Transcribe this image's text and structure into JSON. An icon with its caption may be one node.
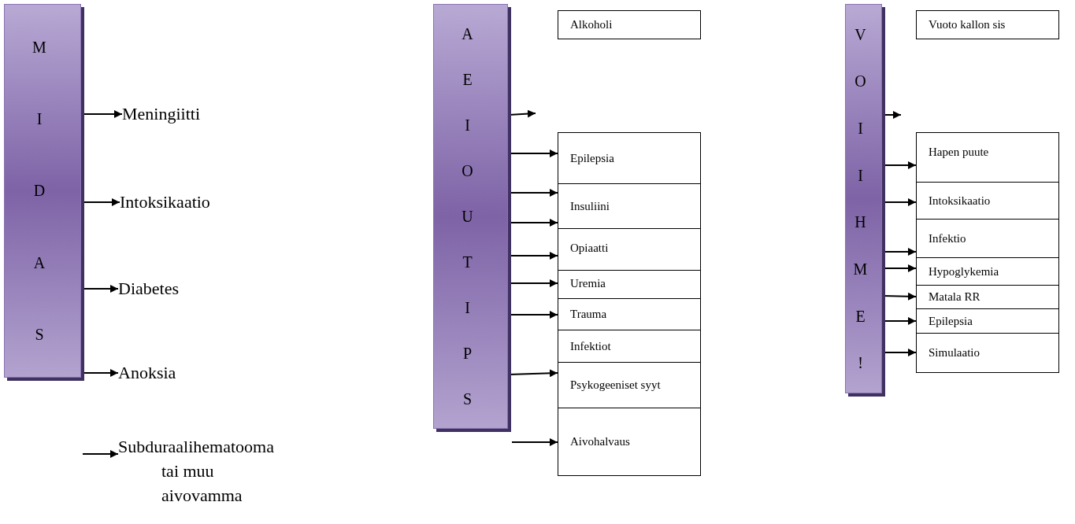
{
  "diagram": {
    "nodes": [
      {
        "text": [
          "M",
          "I",
          "D",
          "A",
          "S"
        ]
      },
      {
        "text": [
          "Meningiitti"
        ]
      },
      {
        "text": [
          "Intoksikaatio"
        ]
      },
      {
        "text": [
          "Diabetes"
        ]
      },
      {
        "text": [
          "Anoksia"
        ]
      },
      {
        "text": [
          "Subduraalihematooma tai muu aivovamma"
        ]
      },
      {
        "text": [
          "A",
          "E",
          "I",
          "O",
          "U",
          "T",
          "I",
          "P",
          "S"
        ]
      },
      {
        "text": [
          "Alkoholi"
        ]
      },
      {
        "text": [
          "Epilepsia"
        ]
      },
      {
        "text": [
          "Insuliini"
        ]
      },
      {
        "text": [
          "Opiaatti"
        ]
      },
      {
        "text": [
          "Uremia"
        ]
      },
      {
        "text": [
          "Trauma"
        ]
      },
      {
        "text": [
          "Infektiot"
        ]
      },
      {
        "text": [
          "Psykogeeniset syyt"
        ]
      },
      {
        "text": [
          "Aivohalvaus"
        ]
      },
      {
        "text": [
          "V",
          "O",
          "I",
          "I",
          "H",
          "M",
          "E",
          "!"
        ]
      },
      {
        "text": [
          "Vuoto kallon sis"
        ]
      },
      {
        "text": [
          "Hapen puute"
        ]
      },
      {
        "text": [
          "Intoksikaatio"
        ]
      },
      {
        "text": [
          "Infektio"
        ]
      },
      {
        "text": [
          "Hypoglykemia"
        ]
      },
      {
        "text": [
          "Matala RR"
        ]
      },
      {
        "text": [
          "Epilepsia"
        ]
      },
      {
        "text": [
          "Simulaatio"
        ]
      }
    ],
    "edges": [
      {
        "from": 0,
        "to": 1,
        "arrow": "to"
      },
      {
        "from": 0,
        "to": 2,
        "arrow": "to"
      },
      {
        "from": 0,
        "to": 3,
        "arrow": "to"
      },
      {
        "from": 0,
        "to": 4,
        "arrow": "to"
      },
      {
        "from": null,
        "to": 5,
        "arrow": "to"
      },
      {
        "from": 6,
        "to": null,
        "arrow": "to"
      },
      {
        "from": 6,
        "to": 8,
        "arrow": "to"
      },
      {
        "from": 6,
        "to": 9,
        "arrow": "to"
      },
      {
        "from": 6,
        "to": 10,
        "arrow": "to"
      },
      {
        "from": 6,
        "to": 11,
        "arrow": "to"
      },
      {
        "from": 6,
        "to": 12,
        "arrow": "to"
      },
      {
        "from": 6,
        "to": 13,
        "arrow": "to"
      },
      {
        "from": 6,
        "to": 14,
        "arrow": "to"
      },
      {
        "from": null,
        "to": 15,
        "arrow": "to"
      },
      {
        "from": 16,
        "to": null,
        "arrow": "to"
      },
      {
        "from": 16,
        "to": 18,
        "arrow": "to"
      },
      {
        "from": 16,
        "to": 19,
        "arrow": "to"
      },
      {
        "from": 16,
        "to": 20,
        "arrow": "to"
      },
      {
        "from": 16,
        "to": 21,
        "arrow": "to"
      },
      {
        "from": 16,
        "to": 22,
        "arrow": "to"
      },
      {
        "from": 16,
        "to": 23,
        "arrow": "to"
      },
      {
        "from": 16,
        "to": 24,
        "arrow": "to"
      }
    ]
  }
}
